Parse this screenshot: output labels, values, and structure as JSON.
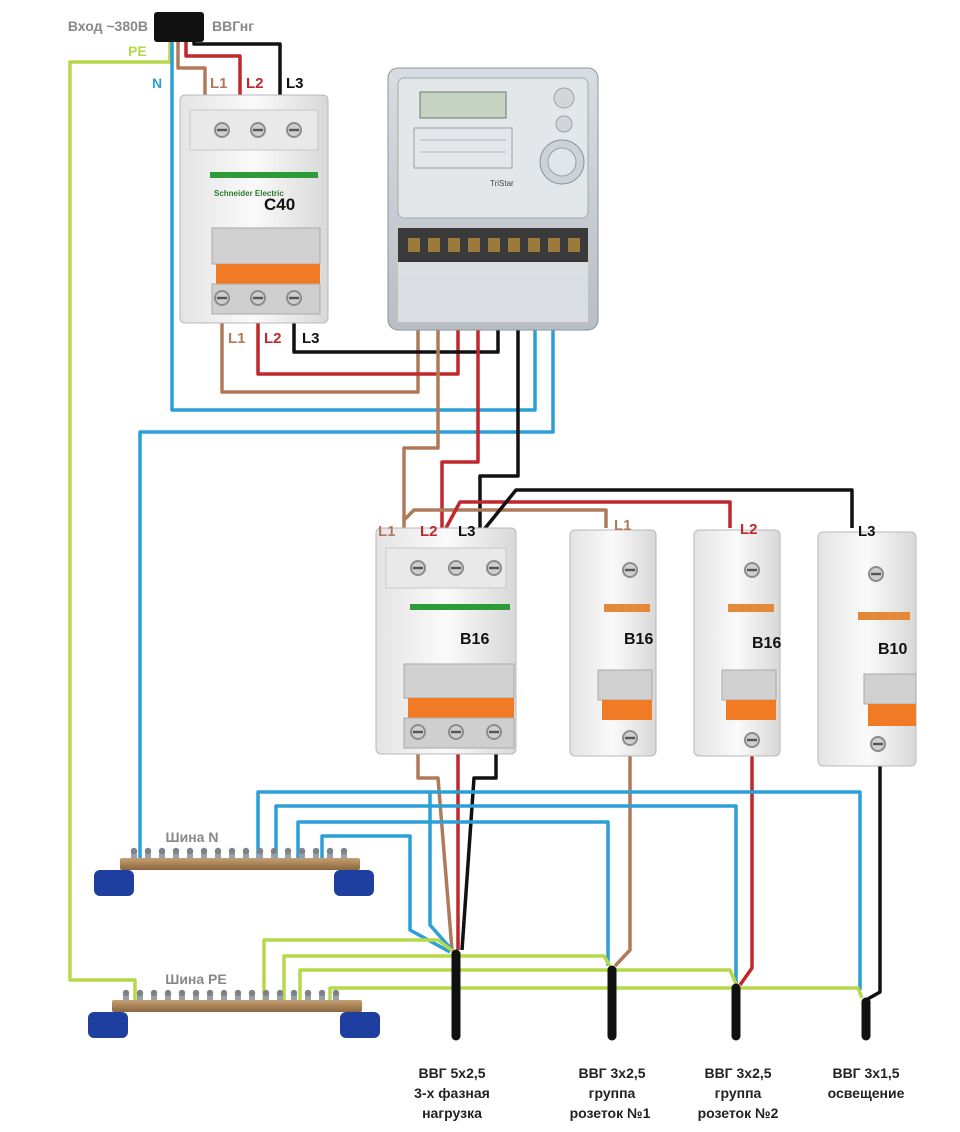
{
  "input": {
    "label": "Вход ~380В",
    "cable": "ВВГнг"
  },
  "conductors": {
    "pe": "PE",
    "n": "N",
    "l1": "L1",
    "l2": "L2",
    "l3": "L3"
  },
  "main_breaker": {
    "rating": "C40",
    "brand": "Schneider Electric"
  },
  "meter": {
    "brand": "TriStar",
    "display": ""
  },
  "breakers": {
    "three_phase": {
      "rating": "B16"
    },
    "group1": {
      "rating": "B16",
      "phase": "L1"
    },
    "group2": {
      "rating": "B16",
      "phase": "L2"
    },
    "lighting": {
      "rating": "B10",
      "phase": "L3"
    }
  },
  "buses": {
    "n": "Шина N",
    "pe": "Шина PE"
  },
  "outputs": [
    {
      "cable": "ВВГ 5х2,5",
      "line2": "3-х фазная",
      "line3": "нагрузка"
    },
    {
      "cable": "ВВГ 3х2,5",
      "line2": "группа",
      "line3": "розеток №1"
    },
    {
      "cable": "ВВГ 3х2,5",
      "line2": "группа",
      "line3": "розеток №2"
    },
    {
      "cable": "ВВГ 3х1,5",
      "line2": "освещение",
      "line3": ""
    }
  ],
  "colors": {
    "l1": "#b07a5a",
    "l2": "#c0282d",
    "l3": "#111111",
    "n": "#2a9fd8",
    "pe": "#b6d94a",
    "breaker_handle": "#f07b24",
    "bus_insulator": "#1f3fa0",
    "breaker_body": "#eeeeee"
  }
}
